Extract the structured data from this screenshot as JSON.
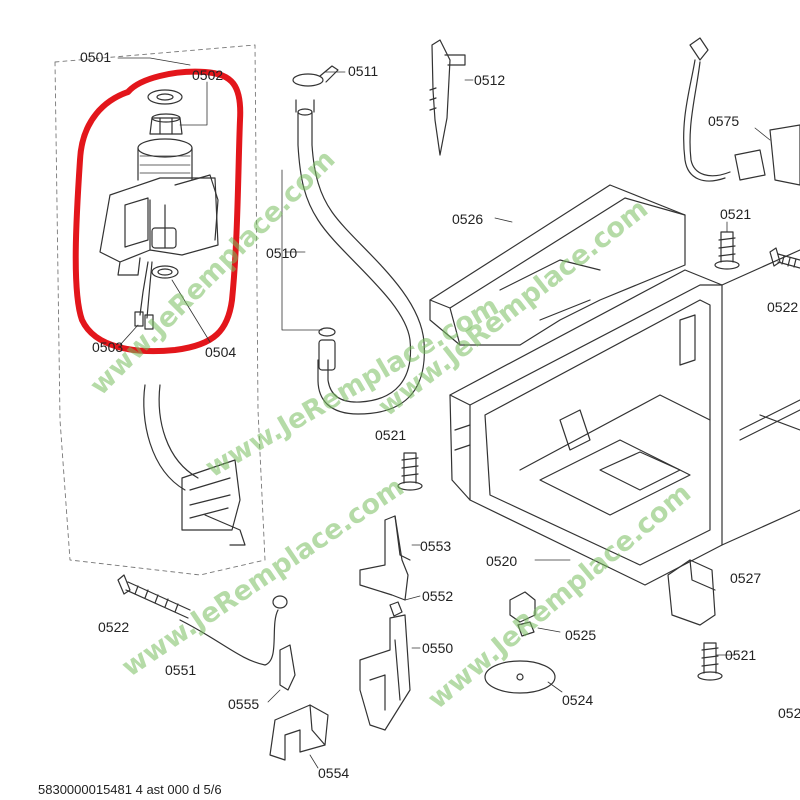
{
  "part_labels": {
    "p0501": "0501",
    "p0502": "0502",
    "p0503": "0503",
    "p0504": "0504",
    "p0510": "0510",
    "p0511": "0511",
    "p0512": "0512",
    "p0520": "0520",
    "p0521a": "0521",
    "p0521b": "0521",
    "p0521c": "0521",
    "p0522a": "0522",
    "p0522b": "0522",
    "p0524": "0524",
    "p0525": "0525",
    "p0526": "0526",
    "p0527": "0527",
    "p0550": "0550",
    "p0551": "0551",
    "p0552": "0552",
    "p0553": "0553",
    "p0554": "0554",
    "p0555": "0555",
    "p0575": "0575",
    "p052x": "052"
  },
  "watermark_text": "www.JeRemplace.com",
  "footer_code": "5830000015481 4 ast 000 d 5/6",
  "colors": {
    "line": "#333333",
    "highlight": "#e3161b",
    "watermark": "#78be5f"
  }
}
